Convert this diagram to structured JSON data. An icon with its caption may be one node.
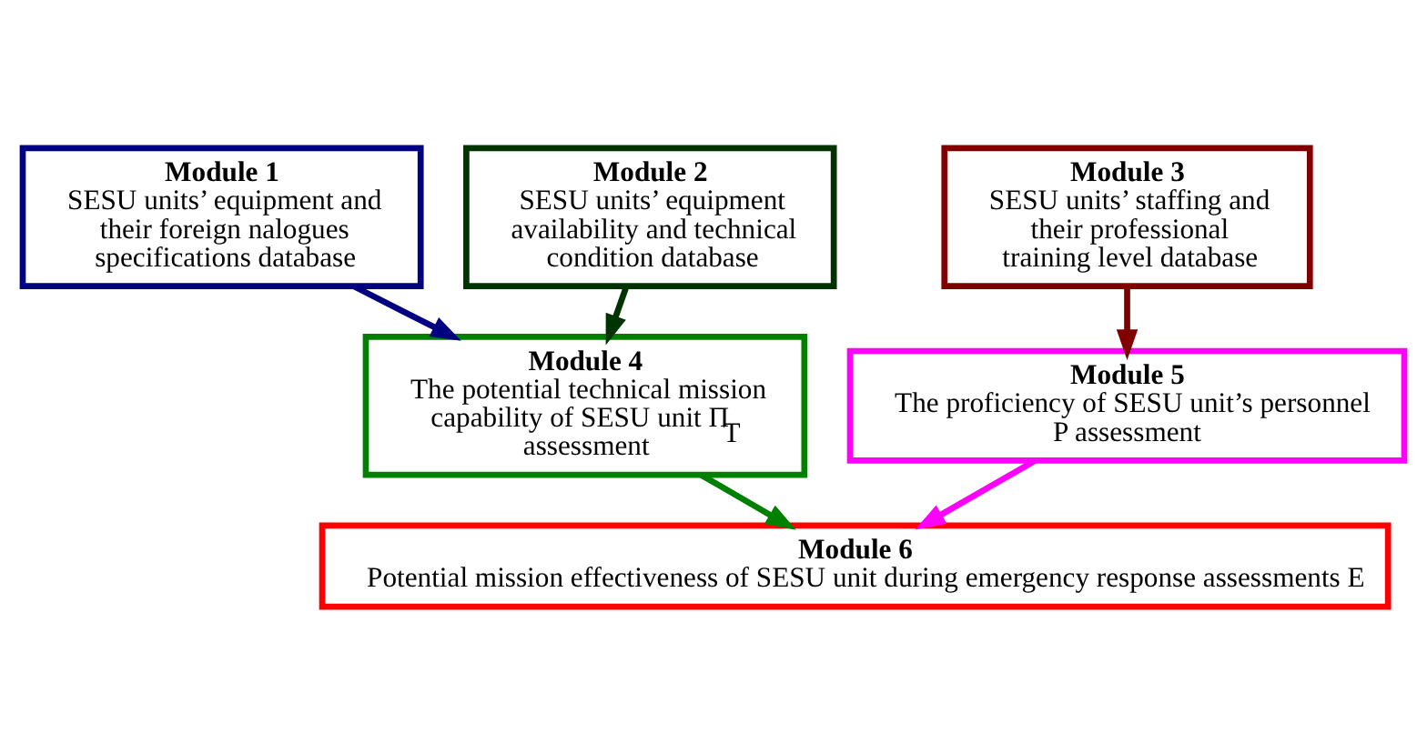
{
  "diagram": {
    "nodes": [
      {
        "text": [
          "Module 1",
          "SESU units’ equipment and their foreign nalogues specifications database"
        ]
      },
      {
        "text": [
          "Module 2",
          "SESU units’ equipment availability and technical condition database"
        ]
      },
      {
        "text": [
          "Module 3",
          "SESU units’ staffing and their professional training level database"
        ]
      },
      {
        "text": [
          "Module 4",
          "The potential technical mission capability of SESU unit Π$_{T}$ assessment"
        ]
      },
      {
        "text": [
          "Module 5",
          "The proficiency of SESU unit’s personnel P assessment"
        ]
      },
      {
        "text": [
          "Module 6",
          "Potential mission effectiveness of SESU unit during emergency response assessments E"
        ]
      }
    ],
    "edges": [
      {
        "from": 0,
        "to": 3,
        "arrow": "to",
        "color": "#000080"
      },
      {
        "from": 1,
        "to": 3,
        "arrow": "to",
        "color": "#003300"
      },
      {
        "from": 2,
        "to": 4,
        "arrow": "to",
        "color": "#800000"
      },
      {
        "from": 3,
        "to": 5,
        "arrow": "to",
        "color": "#008000"
      },
      {
        "from": 4,
        "to": 5,
        "arrow": "to",
        "color": "#ff00ff"
      }
    ]
  }
}
